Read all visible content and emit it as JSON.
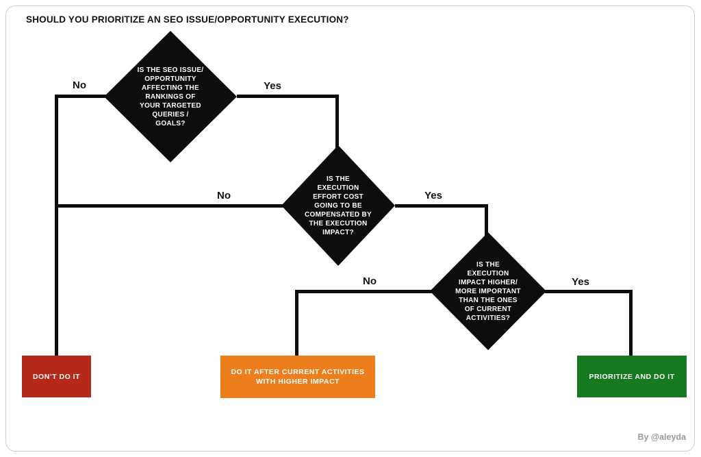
{
  "title": "SHOULD YOU PRIORITIZE AN SEO ISSUE/OPPORTUNITY EXECUTION?",
  "attribution": "By @aleyda",
  "colors": {
    "node_fill": "#0d0d0d",
    "node_text": "#ffffff",
    "edge": "#0d0d0d",
    "outcome_dont": "#b5291b",
    "outcome_after": "#ee7d1c",
    "outcome_prioritize": "#187a20"
  },
  "decisions": [
    {
      "question": "IS THE SEO ISSUE/\nOPPORTUNITY\nAFFECTING THE\nRANKINGS OF\nYOUR TARGETED\nQUERIES /\nGOALS?"
    },
    {
      "question": "IS THE\nEXECUTION\nEFFORT COST\nGOING TO BE\nCOMPENSATED BY\nTHE EXECUTION\nIMPACT?"
    },
    {
      "question": "IS THE\nEXECUTION\nIMPACT HIGHER/\nMORE IMPORTANT\nTHAN THE ONES\nOF CURRENT\nACTIVITIES?"
    }
  ],
  "edge_labels": {
    "d1_no": "No",
    "d1_yes": "Yes",
    "d2_no": "No",
    "d2_yes": "Yes",
    "d3_no": "No",
    "d3_yes": "Yes"
  },
  "outcomes": [
    {
      "label": "DON’T DO IT"
    },
    {
      "label": "DO IT AFTER CURRENT ACTIVITIES\nWITH HIGHER IMPACT"
    },
    {
      "label": "PRIORITIZE AND DO IT"
    }
  ]
}
